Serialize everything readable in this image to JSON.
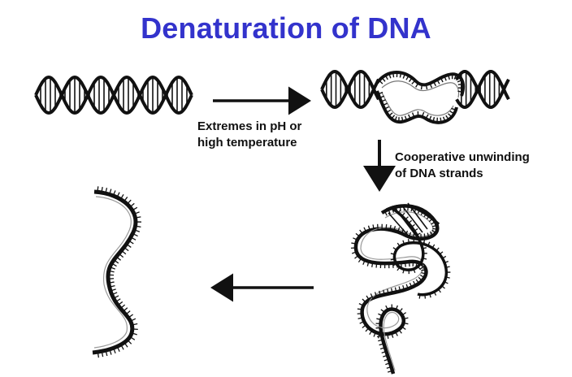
{
  "title": "Denaturation of DNA",
  "steps": {
    "step1_label": [
      "Extremes in pH or",
      "high temperature"
    ],
    "step2_label": [
      "Cooperative unwinding",
      "of DNA strands"
    ]
  },
  "colors": {
    "title": "#3333cc",
    "ink": "#111111",
    "strand_fill": "#f4f4f4"
  },
  "icons": {
    "intact_helix": "double-helix-icon",
    "partial_unwound": "partially-unwound-helix-icon",
    "tangled_strands": "tangled-strands-icon",
    "single_strand": "single-strand-icon"
  }
}
